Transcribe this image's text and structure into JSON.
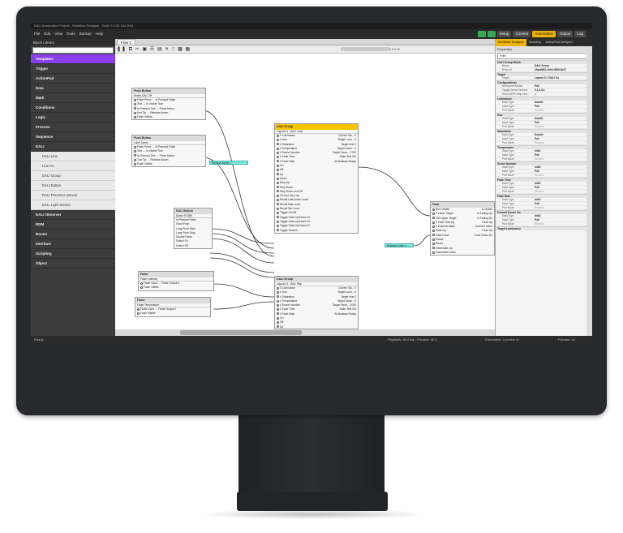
{
  "window": {
    "title": "DALI Automation Project - Workflow Designer - Build 2.0.20.104.2011"
  },
  "menu": [
    "File",
    "Edit",
    "View",
    "Tools",
    "Backup",
    "Help"
  ],
  "modes": [
    {
      "label": "Setup",
      "active": false
    },
    {
      "label": "Content",
      "active": false
    },
    {
      "label": "Automation",
      "active": true
    },
    {
      "label": "Output",
      "active": false
    },
    {
      "label": "Log",
      "active": false
    }
  ],
  "sidebar": {
    "header": "Block Library",
    "items": [
      {
        "label": "Templates",
        "selected": true
      },
      {
        "label": "Trigger"
      },
      {
        "label": "ActionPad"
      },
      {
        "label": "Data"
      },
      {
        "label": "Math"
      },
      {
        "label": "Conditions"
      },
      {
        "label": "Logic"
      },
      {
        "label": "Process"
      },
      {
        "label": "Sequence"
      },
      {
        "label": "DALI"
      }
    ],
    "sub": [
      "DALI Line",
      "Line #1",
      "DALI Group",
      "DALI Button",
      "DALI Presence Sensor",
      "DALI Light Sensor"
    ],
    "items2": [
      "DALI Observer",
      "RDM",
      "Router",
      "Interface",
      "Scripting",
      "Object"
    ]
  },
  "tabs": [
    "Flow 1"
  ],
  "zoom": "100%",
  "nodes": {
    "pb1": {
      "title": "Push Button",
      "sub": "Button DALI Off",
      "rows": [
        [
          "False",
          "Press",
          "Is Pressed False"
        ],
        [
          "",
          "Text",
          "Is Visible True"
        ],
        [
          "",
          "Is Pressed Text",
          "Press Action"
        ],
        [
          "",
          "Hint Tip",
          "Release Action"
        ],
        [
          "False",
          "Visible",
          ""
        ]
      ]
    },
    "pb2": {
      "title": "Push Button",
      "sub": "Label Scene",
      "rows": [
        [
          "False",
          "Press",
          "Is Pressed False"
        ],
        [
          "",
          "Text",
          "Is Visible True"
        ],
        [
          "",
          "Is Pressed Text",
          "Press Action"
        ],
        [
          "",
          "Tool Tip",
          "Release Action"
        ],
        [
          "False",
          "Visible",
          ""
        ]
      ]
    },
    "db": {
      "title": "DALI Button",
      "sub": "Button RGBW",
      "rows": [
        [
          "",
          "",
          "Is Pressed False"
        ],
        [
          "",
          "",
          "Short Push"
        ],
        [
          "",
          "",
          "Long Push Start"
        ],
        [
          "",
          "",
          "Long Push Stop"
        ],
        [
          "",
          "",
          "Double Press"
        ],
        [
          "",
          "",
          "Switch On"
        ],
        [
          "",
          "",
          "Switch Off"
        ]
      ]
    },
    "dg1": {
      "title": "DALI Group",
      "sub": "Layout #1 - DALI Color",
      "rows": [
        [
          "0",
          "Luminance",
          "Current Val... 0"
        ],
        [
          "0",
          "Hue",
          "Target Lumi... 0"
        ],
        [
          "0",
          "Saturation",
          "Target Hue 0"
        ],
        [
          "0",
          "Temperature",
          "Target Satur... 0"
        ],
        [
          "0",
          "Scene Number",
          "Target Temp... 2700"
        ],
        [
          "0",
          "Fade Time",
          "State Test ON"
        ],
        [
          "0",
          "Fade Rate",
          "All Ballasts Ready"
        ],
        [
          "",
          "On",
          ""
        ],
        [
          "",
          "Off",
          ""
        ],
        [
          "",
          "Up",
          ""
        ],
        [
          "",
          "Down",
          ""
        ],
        [
          "",
          "Step Up",
          ""
        ],
        [
          "",
          "Step Down",
          ""
        ],
        [
          "",
          "Step Down and Off",
          ""
        ],
        [
          "",
          "On And Step Up",
          ""
        ],
        [
          "",
          "Recall Last Active Level",
          ""
        ],
        [
          "",
          "Recall Max Level",
          ""
        ],
        [
          "",
          "Recall Min Level",
          ""
        ],
        [
          "",
          "Toggle On/Off",
          ""
        ],
        [
          "",
          "Toggle Fade Up/Down St",
          ""
        ],
        [
          "",
          "Toggle Fade Up/Down St",
          ""
        ],
        [
          "",
          "Toggle Fade Up/Down St",
          ""
        ],
        [
          "",
          "Toggle Scenes",
          ""
        ]
      ]
    },
    "dg2": {
      "title": "DALI Group",
      "sub": "Layout #1 - DALI Plan",
      "rows": [
        [
          "0",
          "Luminance",
          "Current Val... 0"
        ],
        [
          "0",
          "Hue",
          "Target Lumi... 0"
        ],
        [
          "0",
          "Saturation",
          "Target Hue 0"
        ],
        [
          "0",
          "Temperature",
          "Target Satur... 0"
        ],
        [
          "0",
          "Scene Number",
          "Target Temp... 2000"
        ],
        [
          "0",
          "Fade Time",
          "State Test ON"
        ],
        [
          "0",
          "Fade Rate",
          "All Ballasts Ready"
        ],
        [
          "",
          "On",
          ""
        ],
        [
          "",
          "Off",
          ""
        ],
        [
          "",
          "Up",
          ""
        ],
        [
          "",
          "Down",
          ""
        ],
        [
          "",
          "Step Up",
          ""
        ]
      ]
    },
    "fader1": {
      "title": "Fader",
      "sub": "Fader Intensity",
      "rows": [
        [
          "0",
          "Fader Input",
          "Fader Output 0"
        ],
        [
          "False",
          "Visible",
          "Is Visible True"
        ]
      ]
    },
    "fader2": {
      "title": "Fader",
      "sub": "Fader Temperature",
      "rows": [
        [
          "0",
          "Fader Input",
          "Fader Output 0"
        ],
        [
          "False",
          "Visible",
          "Is Visible True"
        ]
      ]
    },
    "fade": {
      "title": "Fade",
      "sub": "",
      "rows": [
        [
          "Blue",
          "Visible",
          "Is Visible"
        ],
        [
          "0",
          "Lower Target",
          "Is Fading Up"
        ],
        [
          "100",
          "Upper Target",
          "Is Fading Dn"
        ],
        [
          "0",
          "Fade Time (s)",
          "Fade Up"
        ],
        [
          "0",
          "External Value",
          "Inverted Value"
        ],
        [
          "",
          "Fade Up",
          "Fade Up"
        ],
        [
          "",
          "Fade Down",
          "Fade Down Dn"
        ],
        [
          "",
          "Pause",
          ""
        ],
        [
          "",
          "Reset",
          ""
        ],
        [
          "",
          "Immediate Up",
          ""
        ],
        [
          "",
          "Immediate Down",
          ""
        ]
      ]
    }
  },
  "chips": [
    "Release Action 1",
    "Release Action 1"
  ],
  "rpanel": {
    "tabs": [
      "Workflow Designer",
      "Scripting",
      "ActionPad Designer"
    ],
    "title": "Properties",
    "filter": "Filter",
    "sections": [
      {
        "title": "DALI Group Block",
        "rows": [
          [
            "Name",
            "DALI Group"
          ],
          [
            "Block ID",
            "25aa8802-1bb4-4966-9c07"
          ]
        ]
      },
      {
        "title": "Target",
        "rows": [
          [
            "Target",
            "Layout #1 / DALI Co"
          ]
        ]
      },
      {
        "title": "Configurations",
        "rows": [
          [
            "Refreshes Ballast",
            "Poll"
          ],
          [
            "Toggle Scene Number",
            "0,1,2,3,4"
          ],
          [
            "Send DAPC amp zero",
            "✓"
          ]
        ]
      },
      {
        "title": "Luminance",
        "rows": [
          [
            "Data Type",
            "Double"
          ],
          [
            "Input Type",
            "Poll"
          ],
          [
            "Port Mode",
            "Receive"
          ]
        ]
      },
      {
        "title": "Hue",
        "rows": [
          [
            "Data Type",
            "Double"
          ],
          [
            "Input Type",
            "Poll"
          ],
          [
            "Port Mode",
            "Receive"
          ]
        ]
      },
      {
        "title": "Saturation",
        "rows": [
          [
            "Data Type",
            "Double"
          ],
          [
            "Input Type",
            "Poll"
          ],
          [
            "Port Mode",
            "Receive"
          ]
        ]
      },
      {
        "title": "Temperature",
        "rows": [
          [
            "Data Type",
            "Int32"
          ],
          [
            "Input Type",
            "Poll"
          ],
          [
            "Port Mode",
            "Receive"
          ]
        ]
      },
      {
        "title": "Scene Number",
        "rows": [
          [
            "Data Type",
            "Int32"
          ],
          [
            "Input Type",
            "Poll"
          ],
          [
            "Port Mode",
            "Receive"
          ]
        ]
      },
      {
        "title": "Fade Time",
        "rows": [
          [
            "Data Type",
            "Int32"
          ],
          [
            "Input Type",
            "Poll"
          ],
          [
            "Port Mode",
            "Receive"
          ]
        ]
      },
      {
        "title": "Fade Rate",
        "rows": [
          [
            "Data Type",
            "Int32"
          ],
          [
            "Input Type",
            "Poll"
          ],
          [
            "Port Mode",
            "Receive"
          ]
        ]
      },
      {
        "title": "Current Scene No",
        "rows": [
          [
            "Data Type",
            "Int32"
          ],
          [
            "Input Type",
            "Poll"
          ],
          [
            "Port Mode",
            "Receive"
          ]
        ]
      },
      {
        "title": "Target Luminance",
        "rows": []
      }
    ]
  },
  "status": {
    "left": "Ready",
    "playback": "Playback: 30.0 fps - Preview: 40.0",
    "controllers": "Controllers: 3 (online 3)",
    "fixtures": "Fixtures: 16"
  }
}
